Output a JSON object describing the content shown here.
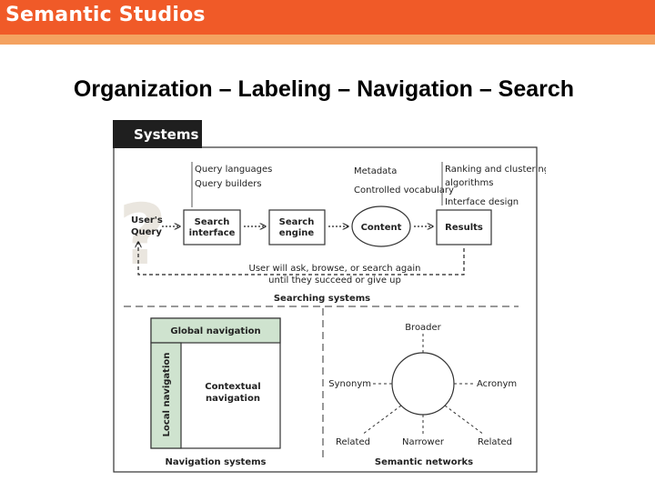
{
  "header": {
    "brand": "Semantic Studios"
  },
  "slide": {
    "title": "Organization – Labeling – Navigation – Search"
  },
  "colors": {
    "brand": "#f05a28",
    "brand_light": "#f4a261",
    "panel_green": "#cfe3cf",
    "question_mark": "#eae6df"
  },
  "diagram": {
    "tab": "Systems",
    "search": {
      "question_mark": "?",
      "users_query": [
        "User's",
        "Query"
      ],
      "search_interface": [
        "Search",
        "interface"
      ],
      "search_engine": [
        "Search",
        "engine"
      ],
      "content": "Content",
      "results": "Results",
      "interface_notes": [
        "Query languages",
        "Query builders"
      ],
      "content_notes": [
        "Metadata",
        "Controlled vocabulary"
      ],
      "results_notes": [
        "Ranking and clustering",
        "algorithms",
        "Interface design"
      ],
      "loop_note": [
        "User will ask, browse, or search again",
        "until they succeed or give up"
      ],
      "section_label": "Searching systems"
    },
    "navigation": {
      "global": "Global navigation",
      "local": "Local navigation",
      "contextual": [
        "Contextual",
        "navigation"
      ],
      "section_label": "Navigation systems"
    },
    "semantic": {
      "broader": "Broader",
      "synonym": "Synonym",
      "acronym": "Acronym",
      "related_left": "Related",
      "narrower": "Narrower",
      "related_right": "Related",
      "section_label": "Semantic networks"
    }
  }
}
